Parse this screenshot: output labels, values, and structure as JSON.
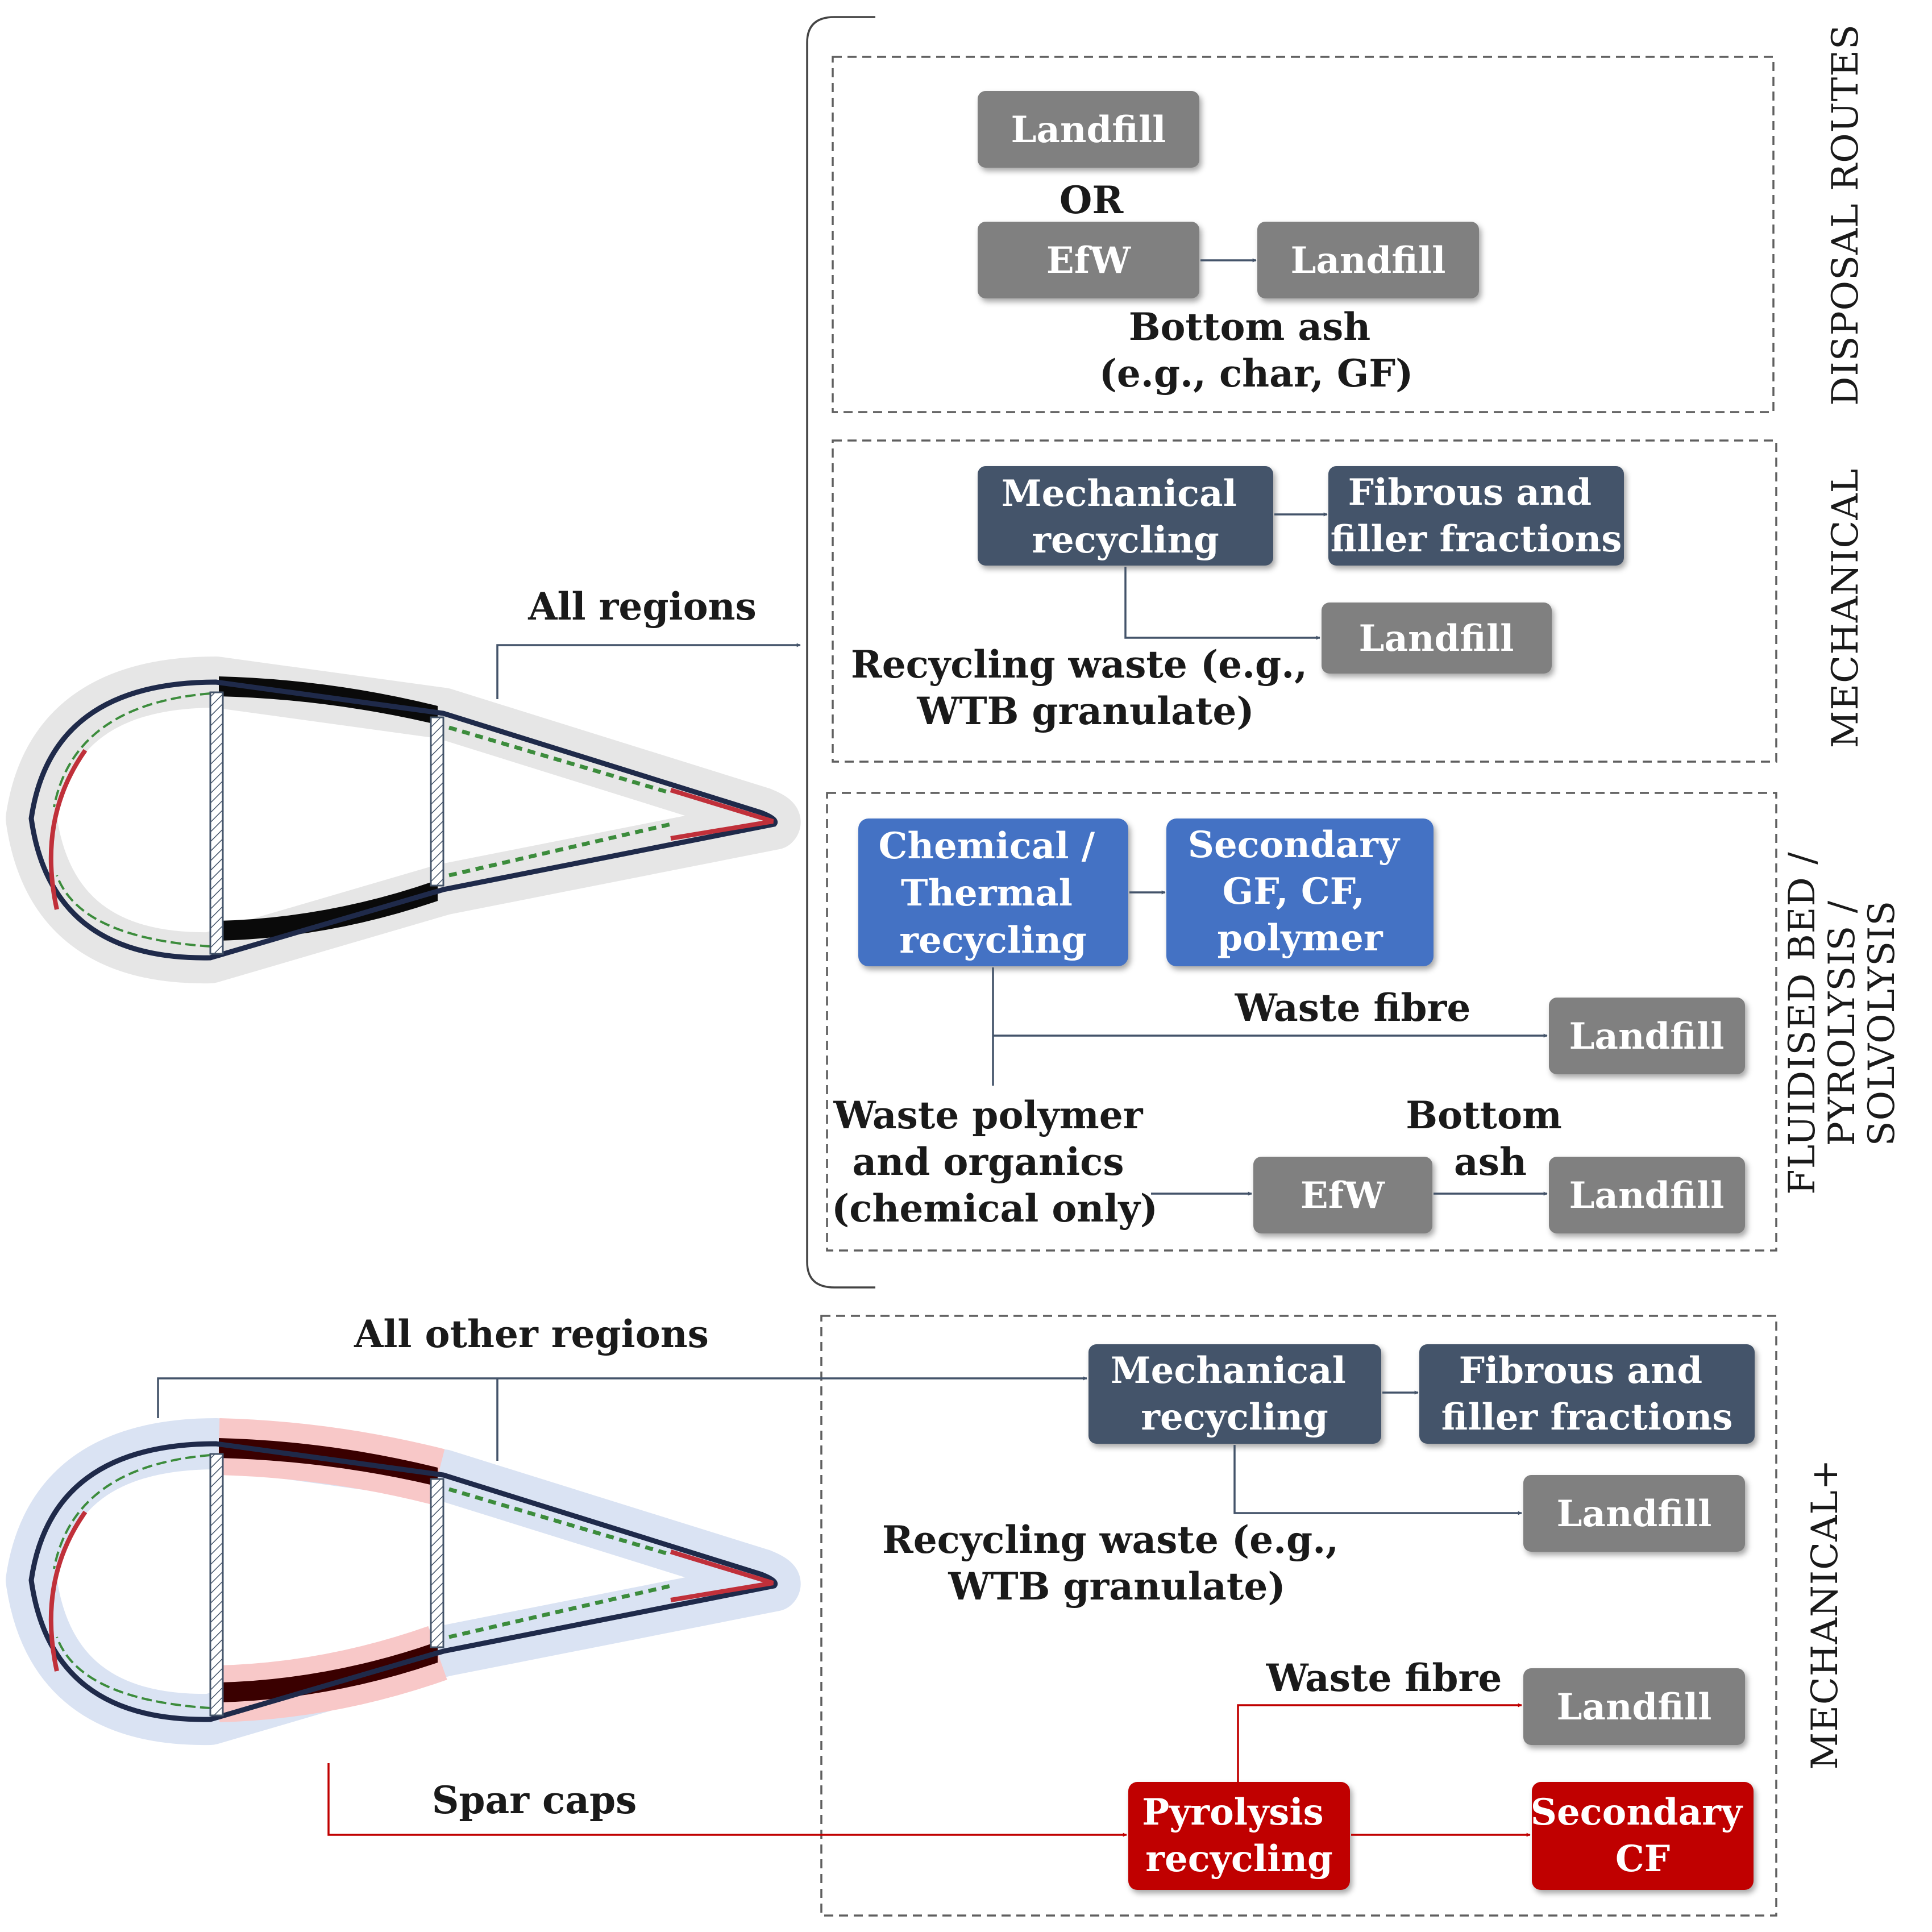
{
  "section_labels": {
    "disposal": "DISPOSAL ROUTES",
    "mechanical": "MECHANICAL",
    "thermal": [
      "FLUIDISED BED /",
      "PYROLYSIS /",
      "SOLVOLYSIS"
    ],
    "mechanical_plus": "MECHANICAL+"
  },
  "disposal": {
    "landfill_1": "Landfill",
    "or_label": "OR",
    "efw": "EfW",
    "landfill_2": "Landfill",
    "note": [
      "Bottom ash",
      "(e.g., char, GF)"
    ]
  },
  "mechanical": {
    "recycling": [
      "Mechanical",
      "recycling"
    ],
    "fractions": [
      "Fibrous and",
      "filler fractions"
    ],
    "landfill": "Landfill",
    "waste_note": [
      "Recycling waste (e.g.,",
      "WTB granulate)"
    ]
  },
  "thermal": {
    "recycling": [
      "Chemical /",
      "Thermal",
      "recycling"
    ],
    "secondary": [
      "Secondary",
      "GF, CF,",
      "polymer"
    ],
    "waste_fibre": "Waste fibre",
    "landfill_1": "Landfill",
    "waste_polymer": [
      "Waste polymer",
      "and organics",
      "(chemical only)"
    ],
    "efw": "EfW",
    "bottom_ash": [
      "Bottom",
      "ash"
    ],
    "landfill_2": "Landfill"
  },
  "mechanical_plus": {
    "recycling": [
      "Mechanical",
      "recycling"
    ],
    "fractions": [
      "Fibrous and",
      "filler fractions"
    ],
    "landfill_1": "Landfill",
    "waste_note": [
      "Recycling waste (e.g.,",
      "WTB granulate)"
    ],
    "waste_fibre": "Waste fibre",
    "landfill_2": "Landfill",
    "pyrolysis": [
      "Pyrolysis",
      "recycling"
    ],
    "secondary_cf": [
      "Secondary",
      "CF"
    ]
  },
  "blade_labels": {
    "all_regions": "All regions",
    "all_other_regions": "All other regions",
    "spar_caps": "Spar caps"
  },
  "colors": {
    "grey_box": "#808080",
    "navy_box": "#44546a",
    "blue_box": "#4472c4",
    "red_box": "#c00000",
    "grey_halo": "#e6e6e6",
    "blue_halo": "#dae3f3",
    "pink_halo": "#f8c8c8"
  }
}
